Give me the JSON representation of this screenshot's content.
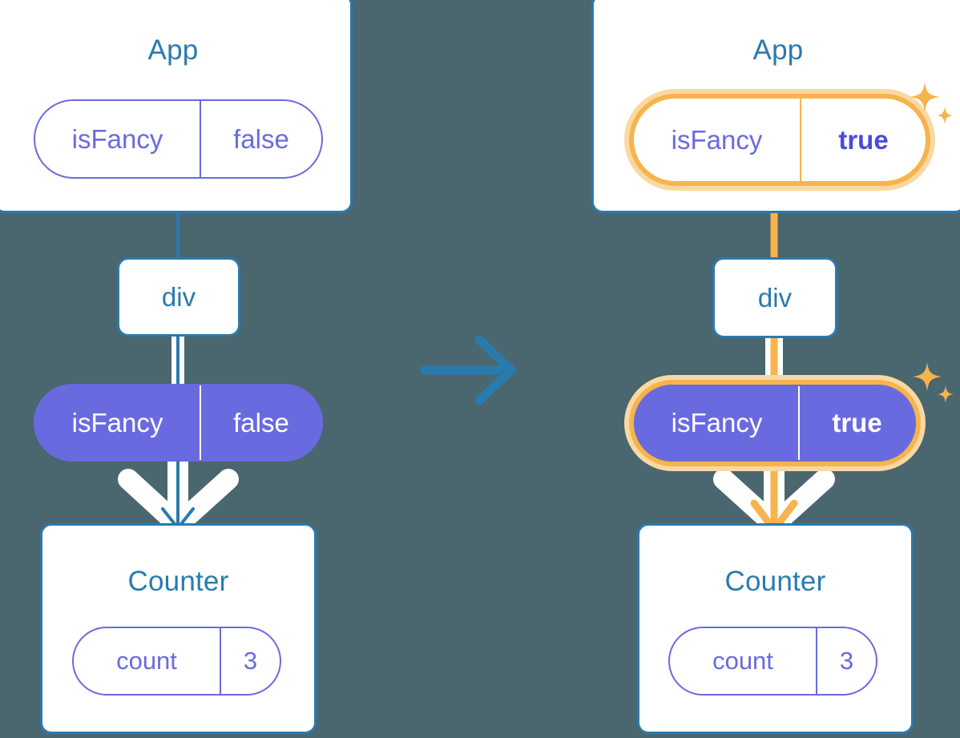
{
  "meta": {
    "background_color": "#4a666f",
    "accent_blue": "#2b7aae",
    "accent_purple": "#6a6ae0",
    "accent_amber": "#f7b34c",
    "amber_glow": "#f9d9a3"
  },
  "transition_arrow": {
    "icon": "arrow-right-icon",
    "color": "#2b7aae"
  },
  "before": {
    "app": {
      "title": "App",
      "state": {
        "name": "isFancy",
        "value": "false"
      }
    },
    "div": {
      "label": "div"
    },
    "prop_pill": {
      "name": "isFancy",
      "value": "false"
    },
    "counter": {
      "title": "Counter",
      "state": {
        "name": "count",
        "value": "3"
      }
    }
  },
  "after": {
    "app": {
      "title": "App",
      "state": {
        "name": "isFancy",
        "value": "true",
        "highlighted": true
      }
    },
    "div": {
      "label": "div"
    },
    "prop_pill": {
      "name": "isFancy",
      "value": "true",
      "highlighted": true
    },
    "counter": {
      "title": "Counter",
      "state": {
        "name": "count",
        "value": "3"
      }
    },
    "sparkles": [
      {
        "name": "sparkle-large-icon"
      },
      {
        "name": "sparkle-small-icon"
      }
    ]
  }
}
